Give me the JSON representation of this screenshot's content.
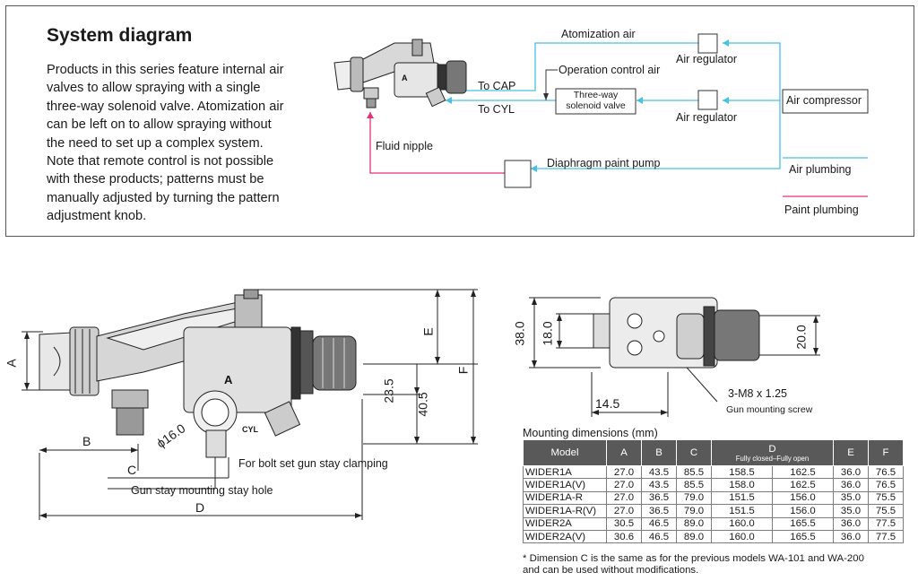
{
  "system": {
    "title": "System diagram",
    "description_lines": [
      "Products in this series feature internal air",
      "valves to allow spraying with a single",
      "three-way solenoid valve. Atomization air",
      "can be left on to allow spraying without",
      "the need to set up a complex system.",
      "Note that remote control is not possible",
      "with these products; patterns must be",
      "manually adjusted by turning the pattern",
      "adjustment knob."
    ],
    "labels": {
      "atomization_air": "Atomization air",
      "air_regulator_top": "Air regulator",
      "operation_control_air": "Operation control air",
      "to_cap": "To CAP",
      "to_cyl": "To CYL",
      "three_way_line1": "Three-way",
      "three_way_line2": "solenoid valve",
      "air_regulator_bottom": "Air regulator",
      "air_compressor": "Air compressor",
      "fluid_nipple": "Fluid nipple",
      "diaphragm_pump": "Diaphragm paint pump",
      "legend_air": "Air plumbing",
      "legend_paint": "Paint plumbing"
    },
    "colors": {
      "air": "#46c0e6",
      "paint": "#e4307a"
    }
  },
  "side_view": {
    "dim_A": "A",
    "dim_B": "B",
    "dim_C": "C",
    "dim_D": "D",
    "dim_E": "E",
    "dim_F": "F",
    "dim_23_5": "23.5",
    "dim_40_5": "40.5",
    "phi16": "ϕ16.0",
    "cyl": "CYL",
    "bolt_label": "For bolt set gun stay clamping",
    "stay_hole_label": "Gun stay mounting stay hole"
  },
  "bottom_view": {
    "dim_38": "38.0",
    "dim_18": "18.0",
    "dim_20": "20.0",
    "dim_14_5": "14.5",
    "screw_label": "3-M8 x 1.25",
    "screw_sub": "Gun mounting screw"
  },
  "mounting": {
    "title": "Mounting dimensions (mm)",
    "headers": [
      "Model",
      "A",
      "B",
      "C",
      "D",
      "E",
      "F"
    ],
    "d_sub": "Fully closed–Fully open",
    "rows": [
      [
        "WIDER1A",
        "27.0",
        "43.5",
        "85.5",
        "158.5",
        "162.5",
        "36.0",
        "76.5"
      ],
      [
        "WIDER1A(V)",
        "27.0",
        "43.5",
        "85.5",
        "158.0",
        "162.5",
        "36.0",
        "76.5"
      ],
      [
        "WIDER1A-R",
        "27.0",
        "36.5",
        "79.0",
        "151.5",
        "156.0",
        "35.0",
        "75.5"
      ],
      [
        "WIDER1A-R(V)",
        "27.0",
        "36.5",
        "79.0",
        "151.5",
        "156.0",
        "35.0",
        "75.5"
      ],
      [
        "WIDER2A",
        "30.5",
        "46.5",
        "89.0",
        "160.0",
        "165.5",
        "36.0",
        "77.5"
      ],
      [
        "WIDER2A(V)",
        "30.6",
        "46.5",
        "89.0",
        "160.0",
        "165.5",
        "36.0",
        "77.5"
      ]
    ],
    "note_lines": [
      "* Dimension C is the same as for the previous models WA-101 and WA-200",
      "  and can be used without modifications."
    ]
  }
}
